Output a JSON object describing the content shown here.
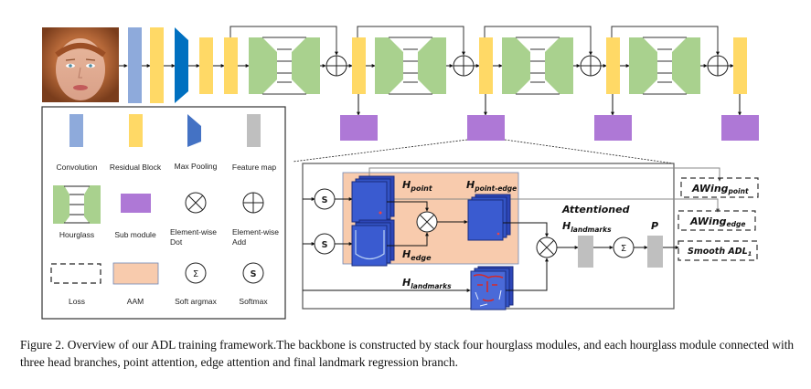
{
  "figure": {
    "caption": "Figure 2. Overview of our ADL training framework.The backbone is constructed by stack four hourglass modules, and each hourglass module connected with three head branches, point attention, edge attention and final landmark regression branch.",
    "input_image": "face-photo",
    "backbone": {
      "stem": [
        "Convolution",
        "Residual Block",
        "Max Pooling",
        "Residual Block",
        "Residual Block"
      ],
      "hourglass_count": 4,
      "sub_module_count": 4
    },
    "legend": {
      "items": [
        {
          "label": "Convolution",
          "color": "#8EAADB"
        },
        {
          "label": "Residual Block",
          "color": "#FFD966"
        },
        {
          "label": "Max Pooling",
          "color": "#4472C4"
        },
        {
          "label": "Feature map",
          "color": "#BFBFBF"
        },
        {
          "label": "Hourglass",
          "color": "#A9D18E"
        },
        {
          "label": "Sub module",
          "color": "#AE78D6"
        },
        {
          "label": "Element-wise Dot",
          "line1": "Element-wise",
          "line2": "Dot"
        },
        {
          "label": "Element-wise Add",
          "line1": "Element-wise",
          "line2": "Add"
        },
        {
          "label": "Loss"
        },
        {
          "label": "AAM",
          "color": "#F8CBAD"
        },
        {
          "label": "Soft argmax",
          "symbol": "Σ"
        },
        {
          "label": "Softmax",
          "symbol": "S"
        }
      ]
    },
    "detail": {
      "softmax_symbol": "S",
      "argmax_symbol": "Σ",
      "h_point": {
        "main": "H",
        "sub": "point"
      },
      "h_edge": {
        "main": "H",
        "sub": "edge"
      },
      "h_point_edge": {
        "main": "H",
        "sub": "point-edge"
      },
      "h_landmarks": {
        "main": "H",
        "sub": "landmarks"
      },
      "attentioned": "Attentioned",
      "att_h": {
        "main": "H",
        "sub": "landmarks"
      },
      "p_label": "P",
      "losses": [
        {
          "main": "AWing",
          "sub": "point"
        },
        {
          "main": "AWing",
          "sub": "edge"
        },
        {
          "main": "Smooth ADL",
          "sub": "1"
        }
      ]
    },
    "colors": {
      "conv": "#8EAADB",
      "residual": "#FFD966",
      "maxpool": "#0070C0",
      "maxpool_legend": "#4472C4",
      "hourglass": "#A9D18E",
      "submodule": "#AE78D6",
      "feature": "#BFBFBF",
      "aam": "#F8CBAD",
      "heatmap": "#3A5BD0"
    }
  }
}
